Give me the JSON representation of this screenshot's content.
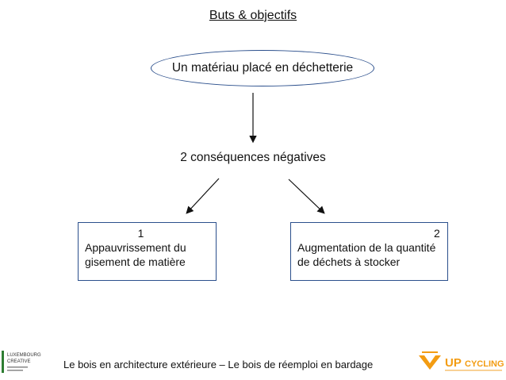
{
  "title": "Buts & objectifs",
  "top_node": "Un matériau placé en déchetterie",
  "middle_node": "2 conséquences négatives",
  "boxes": [
    {
      "number": "1",
      "text": "Appauvrissement du gisement de matière"
    },
    {
      "number": "2",
      "text": "Augmentation de la quantité de déchets à stocker"
    }
  ],
  "footer": "Le bois en architecture extérieure – Le bois de réemploi en bardage",
  "logo_right": "UPCYCLING",
  "logo_left": "LUXEMBOURG CREATIVE",
  "colors": {
    "border": "#2b4f8c",
    "logo_orange": "#f39c12",
    "logo_green": "#2e7d32"
  }
}
